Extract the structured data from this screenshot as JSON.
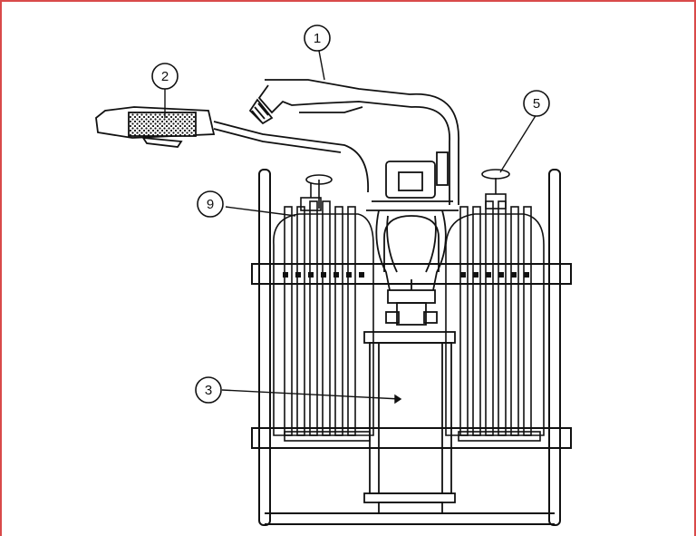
{
  "colors": {
    "border": "#d94a4a",
    "ink": "#111111",
    "background": "#ffffff"
  },
  "callouts": [
    {
      "id": "callout-1",
      "label": "1"
    },
    {
      "id": "callout-2",
      "label": "2"
    },
    {
      "id": "callout-3",
      "label": "3"
    },
    {
      "id": "callout-5",
      "label": "5"
    },
    {
      "id": "callout-9",
      "label": "9"
    }
  ]
}
